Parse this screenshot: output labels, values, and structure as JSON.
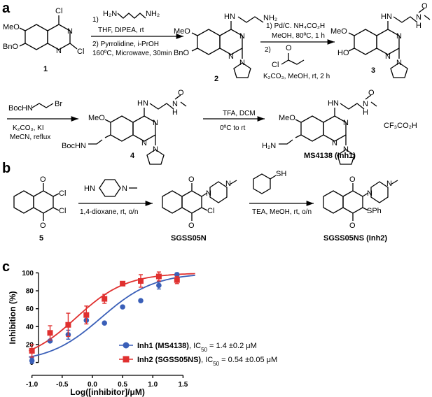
{
  "panels": {
    "a": "a",
    "b": "b",
    "c": "c"
  },
  "scheme_a": {
    "row1": {
      "c1": {
        "id": "1",
        "atoms": {
          "cl_top": "Cl",
          "cl_side": "Cl",
          "n1": "N",
          "n2": "N",
          "meo": "MeO",
          "bno": "BnO"
        }
      },
      "arrow1": {
        "reagent_h2n": "H₂N",
        "reagent_nh2": "NH₂",
        "step1": "1)",
        "cond1": "THF, DIPEA, rt",
        "cond2": "2) Pyrrolidine, i-PrOH",
        "cond3": "160ºC, Microwave, 30min"
      },
      "c2": {
        "id": "2",
        "atoms": {
          "hn": "HN",
          "nh2": "NH₂",
          "n1": "N",
          "n2": "N",
          "npyr": "N",
          "meo": "MeO",
          "bno": "BnO"
        }
      },
      "arrow2": {
        "cond1": "1) Pd/C. NH₄CO₂H",
        "cond2": "MeOH, 80ºC, 1 h",
        "cond3": "2)",
        "o": "O",
        "cl": "Cl",
        "cond4": "K₂CO₃, MeOH, rt, 2 h"
      },
      "c3": {
        "id": "3",
        "atoms": {
          "hn": "HN",
          "nh": "N",
          "h": "H",
          "o": "O",
          "n1": "N",
          "n2": "N",
          "npyr": "N",
          "meo": "MeO",
          "ho": "HO"
        }
      }
    },
    "row2": {
      "arrow3": {
        "reagent": "BocHN",
        "br": "Br",
        "cond1": "K₂CO₃, KI",
        "cond2": "MeCN, reflux"
      },
      "c4": {
        "id": "4",
        "atoms": {
          "hn": "HN",
          "nh": "N",
          "h": "H",
          "o": "O",
          "meo": "MeO",
          "boc": "BocHN",
          "n1": "N",
          "n2": "N",
          "npyr": "N"
        }
      },
      "arrow4": {
        "cond1": "TFA, DCM",
        "cond2": "0ºC to rt"
      },
      "ms": {
        "id": "MS4138 (Inh1)",
        "salt": "CF₃CO₂H",
        "atoms": {
          "hn": "HN",
          "nh": "N",
          "h": "H",
          "o": "O",
          "meo": "MeO",
          "h2n": "H₂N",
          "n1": "N",
          "n2": "N",
          "npyr": "N"
        }
      }
    }
  },
  "scheme_b": {
    "c5": {
      "id": "5",
      "atoms": {
        "o1": "O",
        "o2": "O",
        "cl1": "Cl",
        "cl2": "Cl"
      }
    },
    "arrow5": {
      "hn": "HN",
      "n": "N",
      "cond": "1,4-dioxane, rt, o/n"
    },
    "sgss": {
      "id": "SGSS05N",
      "atoms": {
        "o1": "O",
        "o2": "O",
        "n1": "N",
        "n2": "N",
        "cl": "Cl"
      }
    },
    "arrow6": {
      "sh": "SH",
      "cond": "TEA, MeOH, rt, o/n"
    },
    "sgssns": {
      "id": "SGSS05NS (Inh2)",
      "atoms": {
        "o1": "O",
        "o2": "O",
        "n1": "N",
        "n2": "N",
        "sph": "SPh"
      }
    }
  },
  "chart_data": {
    "type": "scatter",
    "xlabel": "Log([inhibitor]/μM)",
    "ylabel": "Inhibition (%)",
    "xlim": [
      -1.1,
      1.75
    ],
    "ylim": [
      -5,
      105
    ],
    "xticks": [
      "-1.0",
      "-0.5",
      "0.0",
      "0.5",
      "1.0",
      "1.5"
    ],
    "xtick_values": [
      -1.0,
      -0.5,
      0.0,
      0.5,
      1.0,
      1.5
    ],
    "yticks": [
      "0",
      "20",
      "40",
      "60",
      "80",
      "100"
    ],
    "ytick_values": [
      0,
      20,
      40,
      60,
      80,
      100
    ],
    "series": [
      {
        "name": "Inh1 (MS4138)",
        "ic50_text": ", IC",
        "ic50_sub": "50",
        "ic50_value": " = 1.4 ±0.2 μM",
        "color": "#3a5fb8",
        "marker": "circle",
        "x": [
          -1.0,
          -0.7,
          -0.4,
          -0.1,
          0.2,
          0.5,
          0.8,
          1.1,
          1.4
        ],
        "y": [
          2,
          24,
          31,
          47,
          44,
          62,
          69,
          86,
          98
        ],
        "err": [
          3,
          0,
          5,
          0,
          0,
          0,
          0,
          4,
          2
        ],
        "fit": {
          "top": 100,
          "bottom": 0,
          "logic50": 0.146,
          "hill": 1.0
        }
      },
      {
        "name": "Inh2 (SGSS05NS)",
        "ic50_text": ", IC",
        "ic50_sub": "50",
        "ic50_value": " = 0.54 ±0.05 μM",
        "color": "#e0302f",
        "marker": "square",
        "x": [
          -1.0,
          -0.7,
          -0.4,
          -0.1,
          0.2,
          0.5,
          0.8,
          1.1,
          1.4
        ],
        "y": [
          13,
          33,
          42,
          53,
          71,
          88,
          91,
          96,
          92
        ],
        "err": [
          7,
          8,
          13,
          10,
          5,
          2,
          7,
          5,
          4
        ],
        "fit": {
          "top": 100,
          "bottom": 0,
          "logic50": -0.268,
          "hill": 1.05
        }
      }
    ]
  }
}
